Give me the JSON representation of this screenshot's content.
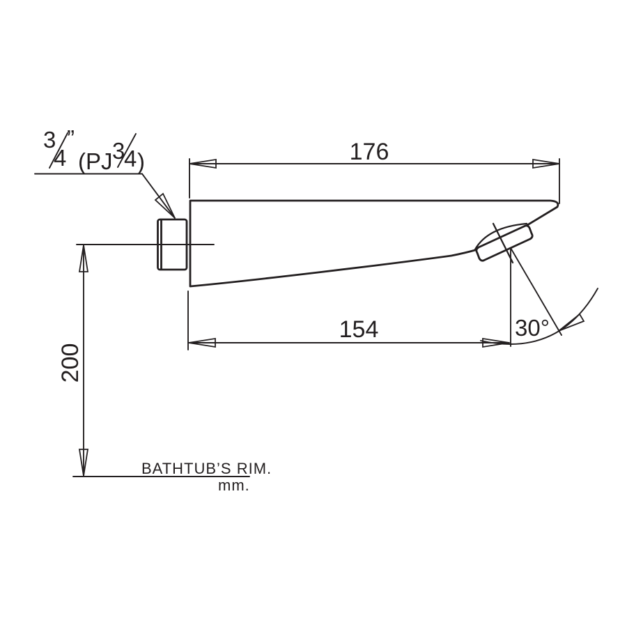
{
  "drawing": {
    "type": "technical-dimension-drawing",
    "subject": "wall-mounted bath spout side view",
    "colors": {
      "line": "#231f20",
      "background": "#ffffff"
    },
    "thread_callout": {
      "full_text": "3/4” (PJ3/4)",
      "numerator1": "3",
      "denominator1": "4",
      "inch_mark": "”",
      "paren_open": "(PJ",
      "numerator2": "3",
      "denominator2": "4",
      "paren_close": ")"
    },
    "dimensions": {
      "overall_length": "176",
      "spout_reach": "154",
      "height_above_rim": "200",
      "outlet_angle": "30°"
    },
    "notes": {
      "reference_line": "BATHTUB’S RIM.",
      "units": "mm."
    }
  }
}
